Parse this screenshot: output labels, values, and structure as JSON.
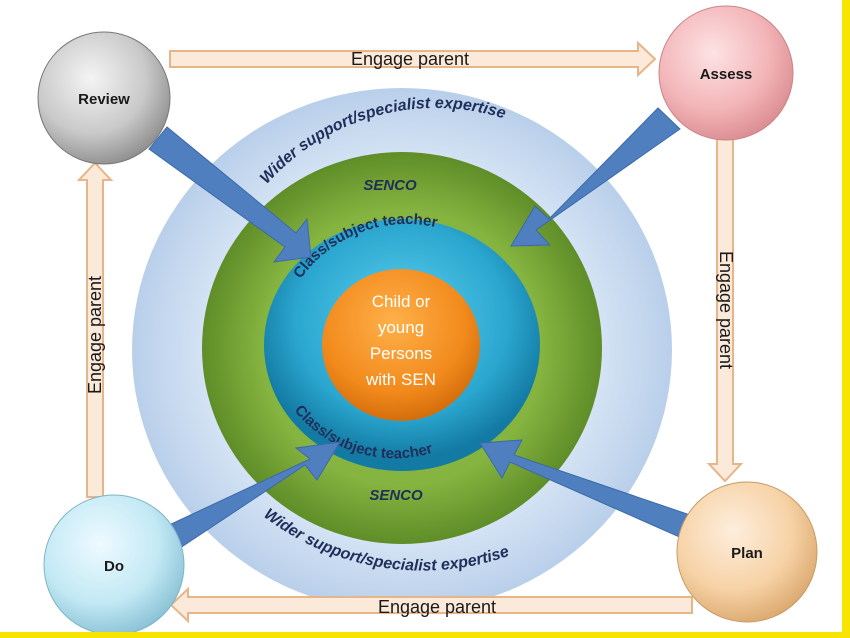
{
  "nodes": {
    "review": "Review",
    "assess": "Assess",
    "plan": "Plan",
    "do": "Do"
  },
  "flows": {
    "top": "Engage parent",
    "right": "Engage parent",
    "bottom": "Engage parent",
    "left": "Engage parent"
  },
  "rings": {
    "outer_top": "Wider support/specialist expertise",
    "outer_bottom": "Wider  support/specialist expertise",
    "senco_top": "SENCO",
    "senco_bottom": "SENCO",
    "teacher_top": "Class/subject teacher",
    "teacher_bottom": "Class/subject teacher"
  },
  "center": {
    "line1": "Child or",
    "line2": "young",
    "line3": "Persons",
    "line4": "with SEN"
  },
  "colors": {
    "outer_ring": "#cfe0f4",
    "senco_ring": "#7fae3a",
    "teacher_ring": "#2aa6cf",
    "center": "#f28a1c",
    "arrow_blue": "#4f7fbf",
    "flow_arrow": "#e6b68a",
    "review": "#c9c9c9",
    "assess": "#f3b5b8",
    "plan": "#f7d2a6",
    "do": "#c3e9f5"
  }
}
